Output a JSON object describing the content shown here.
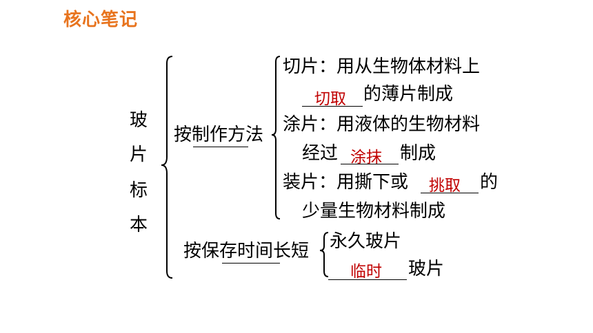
{
  "title": "核心笔记",
  "root": {
    "chars": [
      "玻",
      "片",
      "标",
      "本"
    ]
  },
  "by_method": {
    "label": "按制作方法",
    "slice": {
      "line1": "切片：用从生物体材料上",
      "answer": "切取",
      "line2_suffix": "的薄片制成"
    },
    "smear": {
      "line1": "涂片：用液体的生物材料",
      "line2_prefix": "经过",
      "answer": "涂抹",
      "line2_suffix": "制成"
    },
    "mount": {
      "line1_prefix": "装片：用撕下或",
      "answer": "挑取",
      "line1_suffix": "的",
      "line2": "少量生物材料制成"
    }
  },
  "by_time": {
    "label": "按保存时间长短",
    "permanent": "永久玻片",
    "answer": "临时",
    "temporary_suffix": "玻片"
  },
  "colors": {
    "title": "#e8741e",
    "answer": "#c00000"
  }
}
